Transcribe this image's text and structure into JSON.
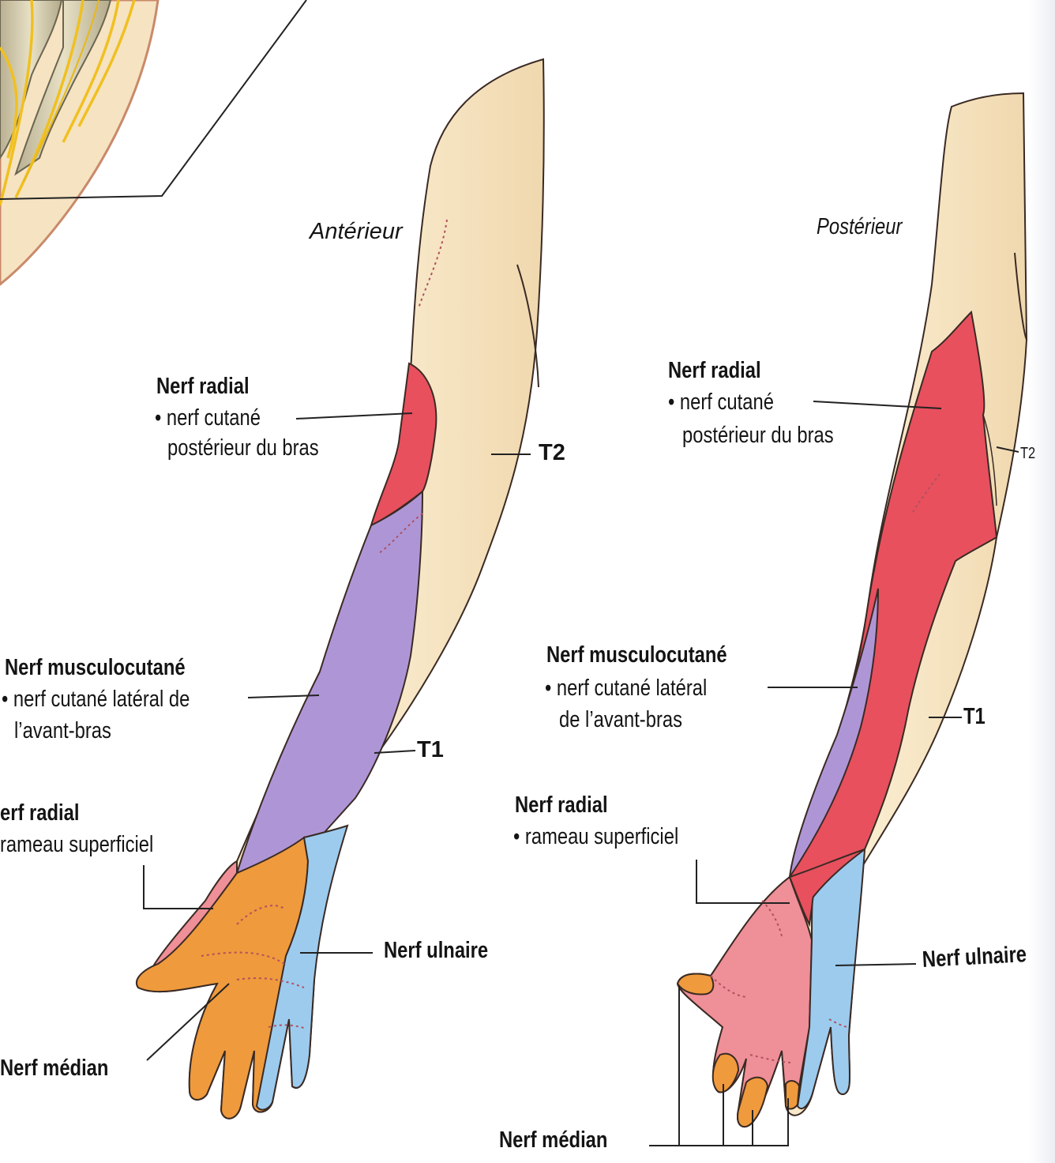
{
  "views": {
    "anterior": "Antérieur",
    "posterior": "Postérieur"
  },
  "anterior_labels": {
    "radial_arm_title": "Nerf radial",
    "radial_arm_line1": "• nerf cutané",
    "radial_arm_line2": "postérieur du bras",
    "t2": "T2",
    "musculo_title": "Nerf musculocutané",
    "musculo_line1": "• nerf cutané latéral de",
    "musculo_line2": "l’avant-bras",
    "t1": "T1",
    "radial_sup_title": "erf radial",
    "radial_sup_line1": "rameau superficiel",
    "ulnar": "Nerf ulnaire",
    "median": "Nerf médian"
  },
  "posterior_labels": {
    "radial_arm_title": "Nerf radial",
    "radial_arm_line1": "• nerf cutané",
    "radial_arm_line2": "postérieur du bras",
    "t2": "T2",
    "musculo_title": "Nerf musculocutané",
    "musculo_line1": "• nerf cutané latéral",
    "musculo_line2": "de l’avant-bras",
    "t1": "T1",
    "radial_sup_title": "Nerf radial",
    "radial_sup_line1": "• rameau superficiel",
    "ulnar": "Nerf ulnaire",
    "median": "Nerf médian"
  },
  "colors": {
    "skin": "#f7e6c4",
    "radial": "#e8505e",
    "radial_superficial": "#ef8f98",
    "musculocutaneous": "#ae96d6",
    "median": "#ef9a3c",
    "ulnar": "#9ccbee",
    "outline": "#3a2a24",
    "text": "#141414"
  }
}
